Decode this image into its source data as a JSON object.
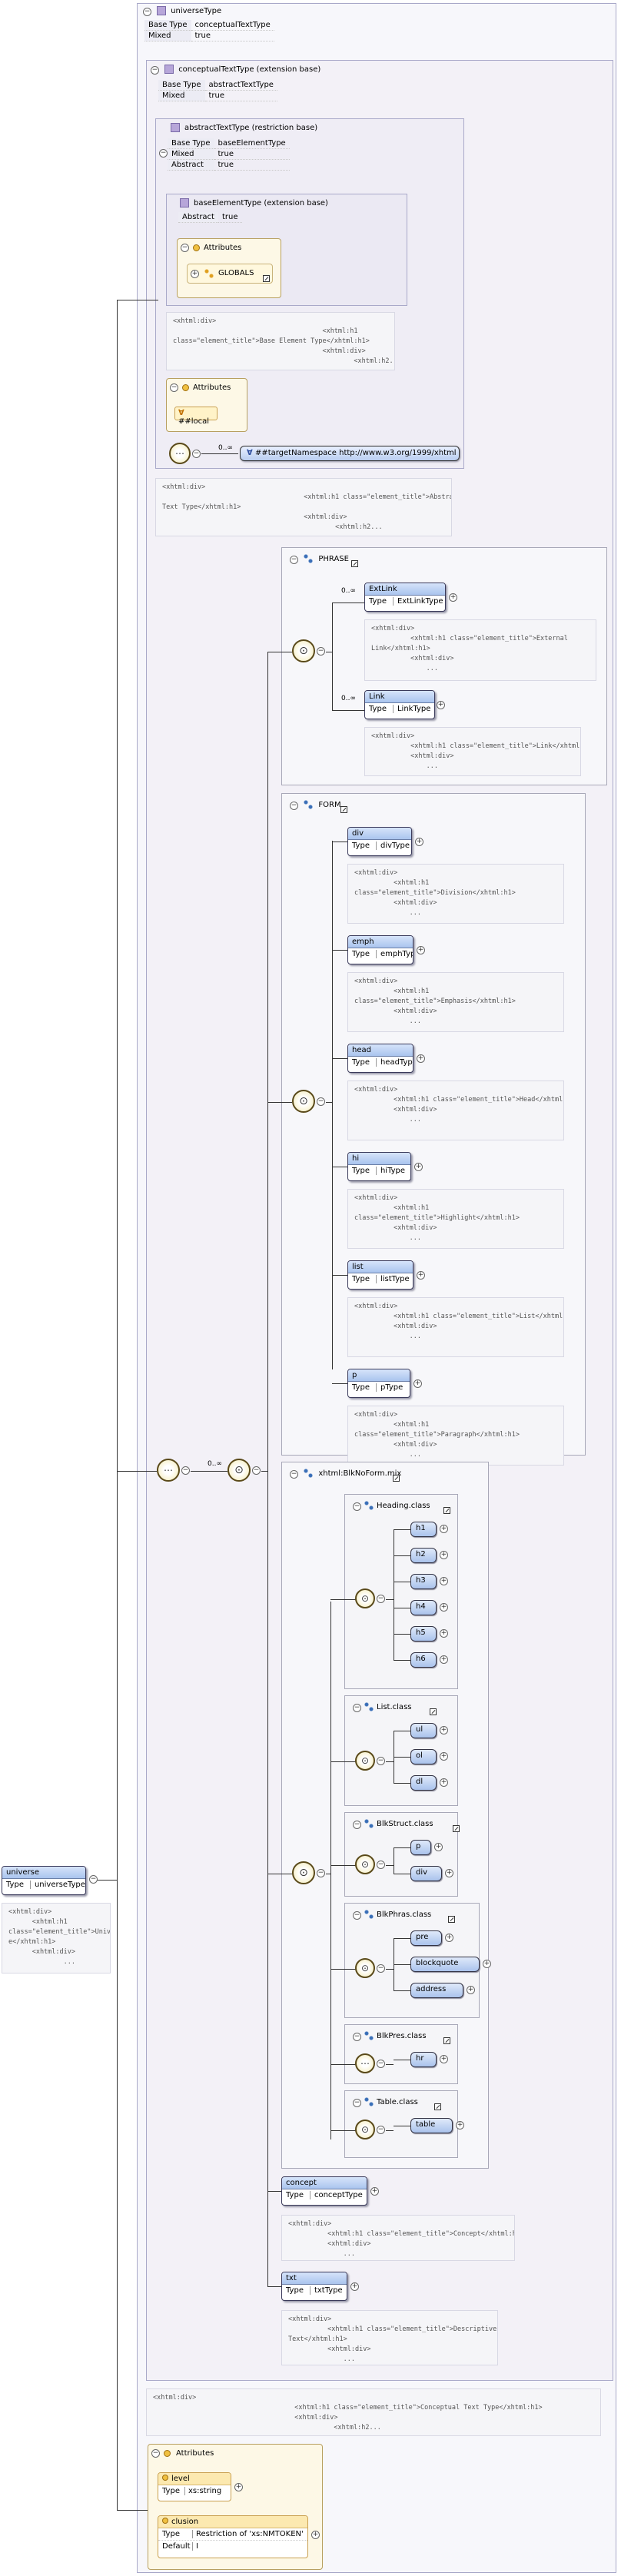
{
  "diagram": {
    "root_element": {
      "name": "universe",
      "type_key": "Type",
      "type_value": "universeType",
      "annotation": "<xhtml:div>\n      <xhtml:h1\nclass=\"element_title\">Univers\ne</xhtml:h1>\n      <xhtml:div>\n              ..."
    },
    "universe_type": {
      "title": "universeType",
      "props": [
        {
          "k": "Base Type",
          "v": "conceptualTextType"
        },
        {
          "k": "Mixed",
          "v": "true"
        }
      ]
    },
    "conceptual_text_type": {
      "title": "conceptualTextType (extension base)",
      "props": [
        {
          "k": "Base Type",
          "v": "abstractTextType"
        },
        {
          "k": "Mixed",
          "v": "true"
        }
      ],
      "annotation": "<xhtml:div>\n                                    <xhtml:h1 class=\"element_title\">Conceptual Text Type</xhtml:h1>\n                                    <xhtml:div>\n                                              <xhtml:h2..."
    },
    "abstract_text_type": {
      "title": "abstractTextType (restriction base)",
      "props": [
        {
          "k": "Base Type",
          "v": "baseElementType"
        },
        {
          "k": "Mixed",
          "v": "true"
        },
        {
          "k": "Abstract",
          "v": "true"
        }
      ],
      "annotation": "<xhtml:div>\n                                    <xhtml:h1 class=\"element_title\">Abstract\nText Type</xhtml:h1>\n                                    <xhtml:div>\n                                            <xhtml:h2..."
    },
    "base_element_type": {
      "title": "baseElementType (extension base)",
      "props": [
        {
          "k": "Abstract",
          "v": "true"
        }
      ],
      "attributes_label": "Attributes",
      "globals_label": "GLOBALS",
      "annotation": "<xhtml:div>\n                                      <xhtml:h1\nclass=\"element_title\">Base Element Type</xhtml:h1>\n                                      <xhtml:div>\n                                              <xhtml:h2..."
    },
    "abstract_attributes": {
      "label": "Attributes",
      "any_local": "##local"
    },
    "any_element": {
      "occurs": "0..∞",
      "namespace": "##targetNamespace http://www.w3.org/1999/xhtml"
    },
    "main_choice_occurs": "0..∞",
    "phrase_group": {
      "name": "PHRASE",
      "elements": [
        {
          "occurs": "0..∞",
          "name": "ExtLink",
          "type": "ExtLinkType",
          "annotation": "<xhtml:div>\n          <xhtml:h1 class=\"element_title\">External\nLink</xhtml:h1>\n          <xhtml:div>\n              ..."
        },
        {
          "occurs": "0..∞",
          "name": "Link",
          "type": "LinkType",
          "annotation": "<xhtml:div>\n          <xhtml:h1 class=\"element_title\">Link</xhtml:h1>\n          <xhtml:div>\n              ..."
        }
      ]
    },
    "form_group": {
      "name": "FORM",
      "elements": [
        {
          "name": "div",
          "type": "divType",
          "annotation": "<xhtml:div>\n          <xhtml:h1\nclass=\"element_title\">Division</xhtml:h1>\n          <xhtml:div>\n              ..."
        },
        {
          "name": "emph",
          "type": "emphType",
          "annotation": "<xhtml:div>\n          <xhtml:h1\nclass=\"element_title\">Emphasis</xhtml:h1>\n          <xhtml:div>\n              ..."
        },
        {
          "name": "head",
          "type": "headType",
          "annotation": "<xhtml:div>\n          <xhtml:h1 class=\"element_title\">Head</xhtml:h1>\n          <xhtml:div>\n              ..."
        },
        {
          "name": "hi",
          "type": "hiType",
          "annotation": "<xhtml:div>\n          <xhtml:h1\nclass=\"element_title\">Highlight</xhtml:h1>\n          <xhtml:div>\n              ..."
        },
        {
          "name": "list",
          "type": "listType",
          "annotation": "<xhtml:div>\n          <xhtml:h1 class=\"element_title\">List</xhtml:h1>\n          <xhtml:div>\n              ..."
        },
        {
          "name": "p",
          "type": "pType",
          "annotation": "<xhtml:div>\n          <xhtml:h1\nclass=\"element_title\">Paragraph</xhtml:h1>\n          <xhtml:div>\n              ..."
        }
      ]
    },
    "blknoform_group": {
      "name": "xhtml:BlkNoForm.mix",
      "subgroups": [
        {
          "name": "Heading.class",
          "items": [
            "h1",
            "h2",
            "h3",
            "h4",
            "h5",
            "h6"
          ],
          "kind": "choice"
        },
        {
          "name": "List.class",
          "items": [
            "ul",
            "ol",
            "dl"
          ],
          "kind": "choice"
        },
        {
          "name": "BlkStruct.class",
          "items": [
            "p",
            "div"
          ],
          "kind": "choice"
        },
        {
          "name": "BlkPhras.class",
          "items": [
            "pre",
            "blockquote",
            "address"
          ],
          "kind": "choice"
        },
        {
          "name": "BlkPres.class",
          "items": [
            "hr"
          ],
          "kind": "sequence"
        },
        {
          "name": "Table.class",
          "items": [
            "table"
          ],
          "kind": "choice"
        }
      ]
    },
    "concept": {
      "name": "concept",
      "type": "conceptType",
      "annotation": "<xhtml:div>\n          <xhtml:h1 class=\"element_title\">Concept</xhtml:h1>\n          <xhtml:div>\n              ..."
    },
    "txt": {
      "name": "txt",
      "type": "txtType",
      "annotation": "<xhtml:div>\n          <xhtml:h1 class=\"element_title\">Descriptive\nText</xhtml:h1>\n          <xhtml:div>\n              ..."
    },
    "type_label": "Type",
    "universe_attributes": {
      "label": "Attributes",
      "items": [
        {
          "name": "level",
          "type_key": "Type",
          "type_value": "xs:string"
        },
        {
          "name": "clusion",
          "type_key": "Type",
          "type_value": "Restriction of 'xs:NMTOKEN'",
          "default_key": "Default",
          "default_value": "I"
        }
      ]
    }
  }
}
